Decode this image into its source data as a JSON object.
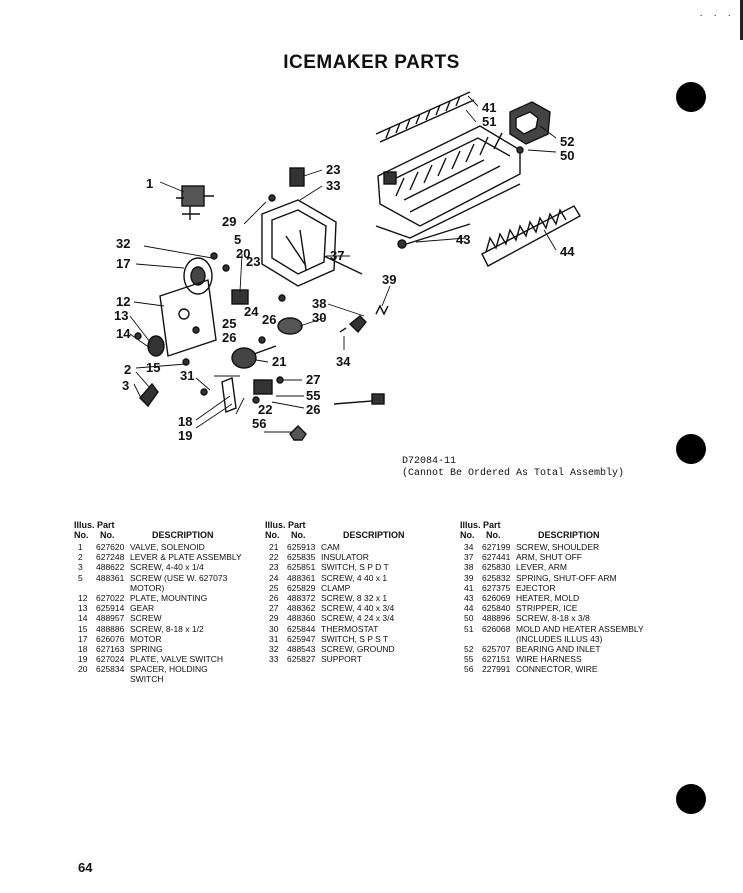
{
  "title": "ICEMAKER PARTS",
  "diagram_code": "D72084-11",
  "diagram_note": "(Cannot Be Ordered As Total Assembly)",
  "callouts": [
    "1",
    "2",
    "3",
    "5",
    "12",
    "13",
    "14",
    "15",
    "17",
    "18",
    "19",
    "20",
    "21",
    "22",
    "23",
    "24",
    "25",
    "26",
    "27",
    "29",
    "30",
    "31",
    "32",
    "33",
    "34",
    "37",
    "38",
    "39",
    "41",
    "43",
    "44",
    "50",
    "51",
    "52",
    "55",
    "56"
  ],
  "table_headers": {
    "illus": "Illus. Part",
    "no": "No.",
    "no2": "No.",
    "description": "DESCRIPTION"
  },
  "columns": [
    [
      {
        "illus": "1",
        "part": "627620",
        "desc": "VALVE, SOLENOID"
      },
      {
        "illus": "2",
        "part": "627248",
        "desc": "LEVER & PLATE ASSEMBLY"
      },
      {
        "illus": "3",
        "part": "488622",
        "desc": "SCREW, 4-40 x 1/4"
      },
      {
        "illus": "5",
        "part": "488361",
        "desc": "SCREW (USE W. 627073"
      },
      {
        "illus": "",
        "part": "",
        "desc": "MOTOR)"
      },
      {
        "illus": "12",
        "part": "627022",
        "desc": "PLATE, MOUNTING"
      },
      {
        "illus": "13",
        "part": "625914",
        "desc": "GEAR"
      },
      {
        "illus": "14",
        "part": "488957",
        "desc": "SCREW"
      },
      {
        "illus": "15",
        "part": "488886",
        "desc": "SCREW, 8-18 x 1/2"
      },
      {
        "illus": "17",
        "part": "626076",
        "desc": "MOTOR"
      },
      {
        "illus": "18",
        "part": "627163",
        "desc": "SPRING"
      },
      {
        "illus": "19",
        "part": "627024",
        "desc": "PLATE, VALVE SWITCH"
      },
      {
        "illus": "20",
        "part": "625834",
        "desc": "SPACER, HOLDING"
      },
      {
        "illus": "",
        "part": "",
        "desc": "SWITCH"
      }
    ],
    [
      {
        "illus": "21",
        "part": "625913",
        "desc": "CAM"
      },
      {
        "illus": "22",
        "part": "625835",
        "desc": "INSULATOR"
      },
      {
        "illus": "23",
        "part": "625851",
        "desc": "SWITCH, S P D T"
      },
      {
        "illus": "24",
        "part": "488361",
        "desc": "SCREW, 4 40 x 1"
      },
      {
        "illus": "25",
        "part": "625829",
        "desc": "CLAMP"
      },
      {
        "illus": "26",
        "part": "488372",
        "desc": "SCREW, 8 32 x 1"
      },
      {
        "illus": "27",
        "part": "488362",
        "desc": "SCREW, 4 40 x 3/4"
      },
      {
        "illus": "29",
        "part": "488360",
        "desc": "SCREW, 4 24 x 3/4"
      },
      {
        "illus": "30",
        "part": "625844",
        "desc": "THERMOSTAT"
      },
      {
        "illus": "31",
        "part": "625947",
        "desc": "SWITCH, S P S T"
      },
      {
        "illus": "32",
        "part": "488543",
        "desc": "SCREW, GROUND"
      },
      {
        "illus": "33",
        "part": "625827",
        "desc": "SUPPORT"
      }
    ],
    [
      {
        "illus": "34",
        "part": "627199",
        "desc": "SCREW, SHOULDER"
      },
      {
        "illus": "37",
        "part": "627441",
        "desc": "ARM, SHUT OFF"
      },
      {
        "illus": "38",
        "part": "625830",
        "desc": "LEVER, ARM"
      },
      {
        "illus": "39",
        "part": "625832",
        "desc": "SPRING, SHUT-OFF ARM"
      },
      {
        "illus": "41",
        "part": "627375",
        "desc": "EJECTOR"
      },
      {
        "illus": "43",
        "part": "626069",
        "desc": "HEATER, MOLD"
      },
      {
        "illus": "44",
        "part": "625840",
        "desc": "STRIPPER, ICE"
      },
      {
        "illus": "50",
        "part": "488896",
        "desc": "SCREW, 8-18 x 3/8"
      },
      {
        "illus": "51",
        "part": "626068",
        "desc": "MOLD AND HEATER ASSEMBLY"
      },
      {
        "illus": "",
        "part": "",
        "desc": "(INCLUDES ILLUS 43)"
      },
      {
        "illus": "52",
        "part": "625707",
        "desc": "BEARING AND INLET"
      },
      {
        "illus": "55",
        "part": "627151",
        "desc": "WIRE HARNESS"
      },
      {
        "illus": "56",
        "part": "227991",
        "desc": "CONNECTOR, WIRE"
      }
    ]
  ],
  "page_number": "64"
}
